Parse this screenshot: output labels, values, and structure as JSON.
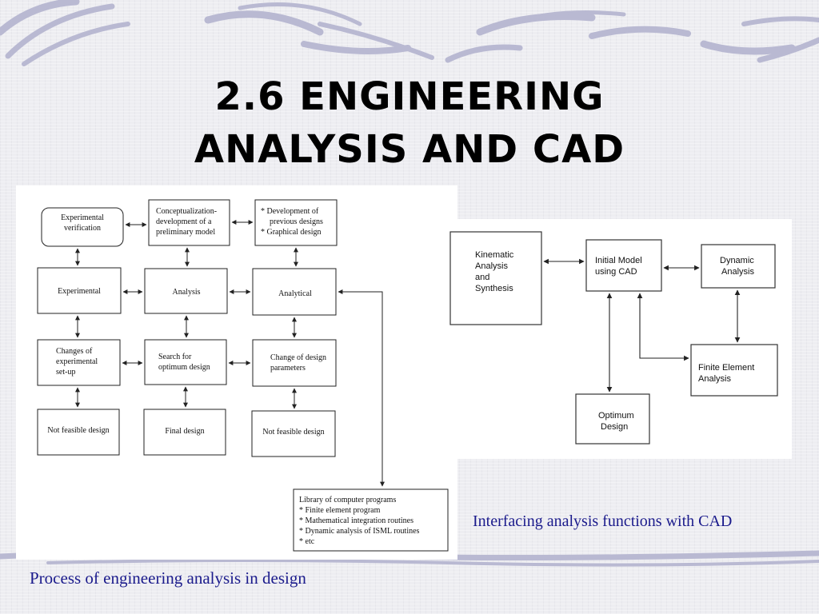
{
  "title": {
    "line1": "2.6 ENGINEERING",
    "line2": "ANALYSIS AND CAD"
  },
  "left_diagram": {
    "caption": "Process of engineering analysis in design",
    "nodes": {
      "experimental_verification": [
        "Experimental",
        "verification"
      ],
      "conceptualization": [
        "Conceptualization-",
        "development of a",
        "preliminary model"
      ],
      "development_previous": [
        "* Development of",
        "previous designs",
        "* Graphical design"
      ],
      "experimental": [
        "Experimental"
      ],
      "analysis": [
        "Analysis"
      ],
      "analytical": [
        "Analytical"
      ],
      "changes_experimental": [
        "Changes of",
        "experimental",
        "set-up"
      ],
      "search_optimum": [
        "Search for",
        "optimum design"
      ],
      "change_design_params": [
        "Change of design",
        "parameters"
      ],
      "not_feasible_left": [
        "Not feasible design"
      ],
      "final_design": [
        "Final design"
      ],
      "not_feasible_right": [
        "Not feasible design"
      ],
      "library": [
        "Library of computer programs",
        "* Finite element program",
        "* Mathematical integration routines",
        "* Dynamic analysis of ISML routines",
        "* etc"
      ]
    }
  },
  "right_diagram": {
    "caption": "Interfacing analysis functions with CAD",
    "nodes": {
      "kinematic": [
        "Kinematic",
        "Analysis",
        "and",
        "Synthesis"
      ],
      "initial_model": [
        "Initial Model",
        "using CAD"
      ],
      "dynamic": [
        "Dynamic",
        "Analysis"
      ],
      "finite_element": [
        "Finite Element",
        "Analysis"
      ],
      "optimum": [
        "Optimum",
        "Design"
      ]
    }
  },
  "colors": {
    "caption": "#1b1b8c",
    "swirl": "#b9b9d2",
    "line": "#222222"
  }
}
